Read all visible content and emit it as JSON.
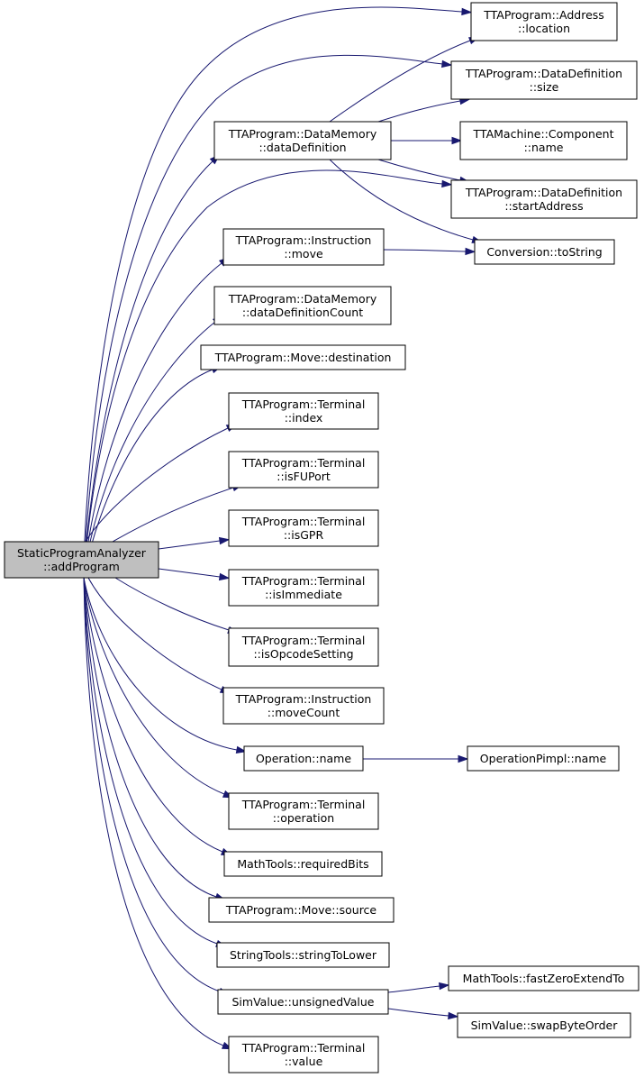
{
  "nodes": [
    {
      "id": "addProgram",
      "lines": [
        "StaticProgramAnalyzer",
        "::addProgram"
      ]
    },
    {
      "id": "addr_location",
      "lines": [
        "TTAProgram::Address",
        "::location"
      ]
    },
    {
      "id": "dd_size",
      "lines": [
        "TTAProgram::DataDefinition",
        "::size"
      ]
    },
    {
      "id": "dm_dataDefinition",
      "lines": [
        "TTAProgram::DataMemory",
        "::dataDefinition"
      ]
    },
    {
      "id": "comp_name",
      "lines": [
        "TTAMachine::Component",
        "::name"
      ]
    },
    {
      "id": "dd_startAddress",
      "lines": [
        "TTAProgram::DataDefinition",
        "::startAddress"
      ]
    },
    {
      "id": "instr_move",
      "lines": [
        "TTAProgram::Instruction",
        "::move"
      ]
    },
    {
      "id": "conv_toString",
      "lines": [
        "Conversion::toString"
      ]
    },
    {
      "id": "dm_ddCount",
      "lines": [
        "TTAProgram::DataMemory",
        "::dataDefinitionCount"
      ]
    },
    {
      "id": "move_destination",
      "lines": [
        "TTAProgram::Move::destination"
      ]
    },
    {
      "id": "term_index",
      "lines": [
        "TTAProgram::Terminal",
        "::index"
      ]
    },
    {
      "id": "term_isFUPort",
      "lines": [
        "TTAProgram::Terminal",
        "::isFUPort"
      ]
    },
    {
      "id": "term_isGPR",
      "lines": [
        "TTAProgram::Terminal",
        "::isGPR"
      ]
    },
    {
      "id": "term_isImmediate",
      "lines": [
        "TTAProgram::Terminal",
        "::isImmediate"
      ]
    },
    {
      "id": "term_isOpcodeSetting",
      "lines": [
        "TTAProgram::Terminal",
        "::isOpcodeSetting"
      ]
    },
    {
      "id": "instr_moveCount",
      "lines": [
        "TTAProgram::Instruction",
        "::moveCount"
      ]
    },
    {
      "id": "op_name",
      "lines": [
        "Operation::name"
      ]
    },
    {
      "id": "opimpl_name",
      "lines": [
        "OperationPimpl::name"
      ]
    },
    {
      "id": "term_operation",
      "lines": [
        "TTAProgram::Terminal",
        "::operation"
      ]
    },
    {
      "id": "mt_requiredBits",
      "lines": [
        "MathTools::requiredBits"
      ]
    },
    {
      "id": "move_source",
      "lines": [
        "TTAProgram::Move::source"
      ]
    },
    {
      "id": "st_stringToLower",
      "lines": [
        "StringTools::stringToLower"
      ]
    },
    {
      "id": "sv_unsignedValue",
      "lines": [
        "SimValue::unsignedValue"
      ]
    },
    {
      "id": "mt_fastZeroExtendTo",
      "lines": [
        "MathTools::fastZeroExtendTo"
      ]
    },
    {
      "id": "sv_swapByteOrder",
      "lines": [
        "SimValue::swapByteOrder"
      ]
    },
    {
      "id": "term_value",
      "lines": [
        "TTAProgram::Terminal",
        "::value"
      ]
    }
  ],
  "edges": [
    {
      "from": "addProgram",
      "to": "addr_location"
    },
    {
      "from": "addProgram",
      "to": "dd_size"
    },
    {
      "from": "addProgram",
      "to": "dm_dataDefinition"
    },
    {
      "from": "addProgram",
      "to": "dd_startAddress"
    },
    {
      "from": "addProgram",
      "to": "instr_move"
    },
    {
      "from": "addProgram",
      "to": "dm_ddCount"
    },
    {
      "from": "addProgram",
      "to": "move_destination"
    },
    {
      "from": "addProgram",
      "to": "term_index"
    },
    {
      "from": "addProgram",
      "to": "term_isFUPort"
    },
    {
      "from": "addProgram",
      "to": "term_isGPR"
    },
    {
      "from": "addProgram",
      "to": "term_isImmediate"
    },
    {
      "from": "addProgram",
      "to": "term_isOpcodeSetting"
    },
    {
      "from": "addProgram",
      "to": "instr_moveCount"
    },
    {
      "from": "addProgram",
      "to": "op_name"
    },
    {
      "from": "addProgram",
      "to": "term_operation"
    },
    {
      "from": "addProgram",
      "to": "mt_requiredBits"
    },
    {
      "from": "addProgram",
      "to": "move_source"
    },
    {
      "from": "addProgram",
      "to": "st_stringToLower"
    },
    {
      "from": "addProgram",
      "to": "sv_unsignedValue"
    },
    {
      "from": "addProgram",
      "to": "term_value"
    },
    {
      "from": "dm_dataDefinition",
      "to": "addr_location"
    },
    {
      "from": "dm_dataDefinition",
      "to": "dd_size"
    },
    {
      "from": "dm_dataDefinition",
      "to": "comp_name"
    },
    {
      "from": "dm_dataDefinition",
      "to": "dd_startAddress"
    },
    {
      "from": "dm_dataDefinition",
      "to": "conv_toString"
    },
    {
      "from": "instr_move",
      "to": "conv_toString"
    },
    {
      "from": "op_name",
      "to": "opimpl_name"
    },
    {
      "from": "sv_unsignedValue",
      "to": "mt_fastZeroExtendTo"
    },
    {
      "from": "sv_unsignedValue",
      "to": "sv_swapByteOrder"
    }
  ]
}
